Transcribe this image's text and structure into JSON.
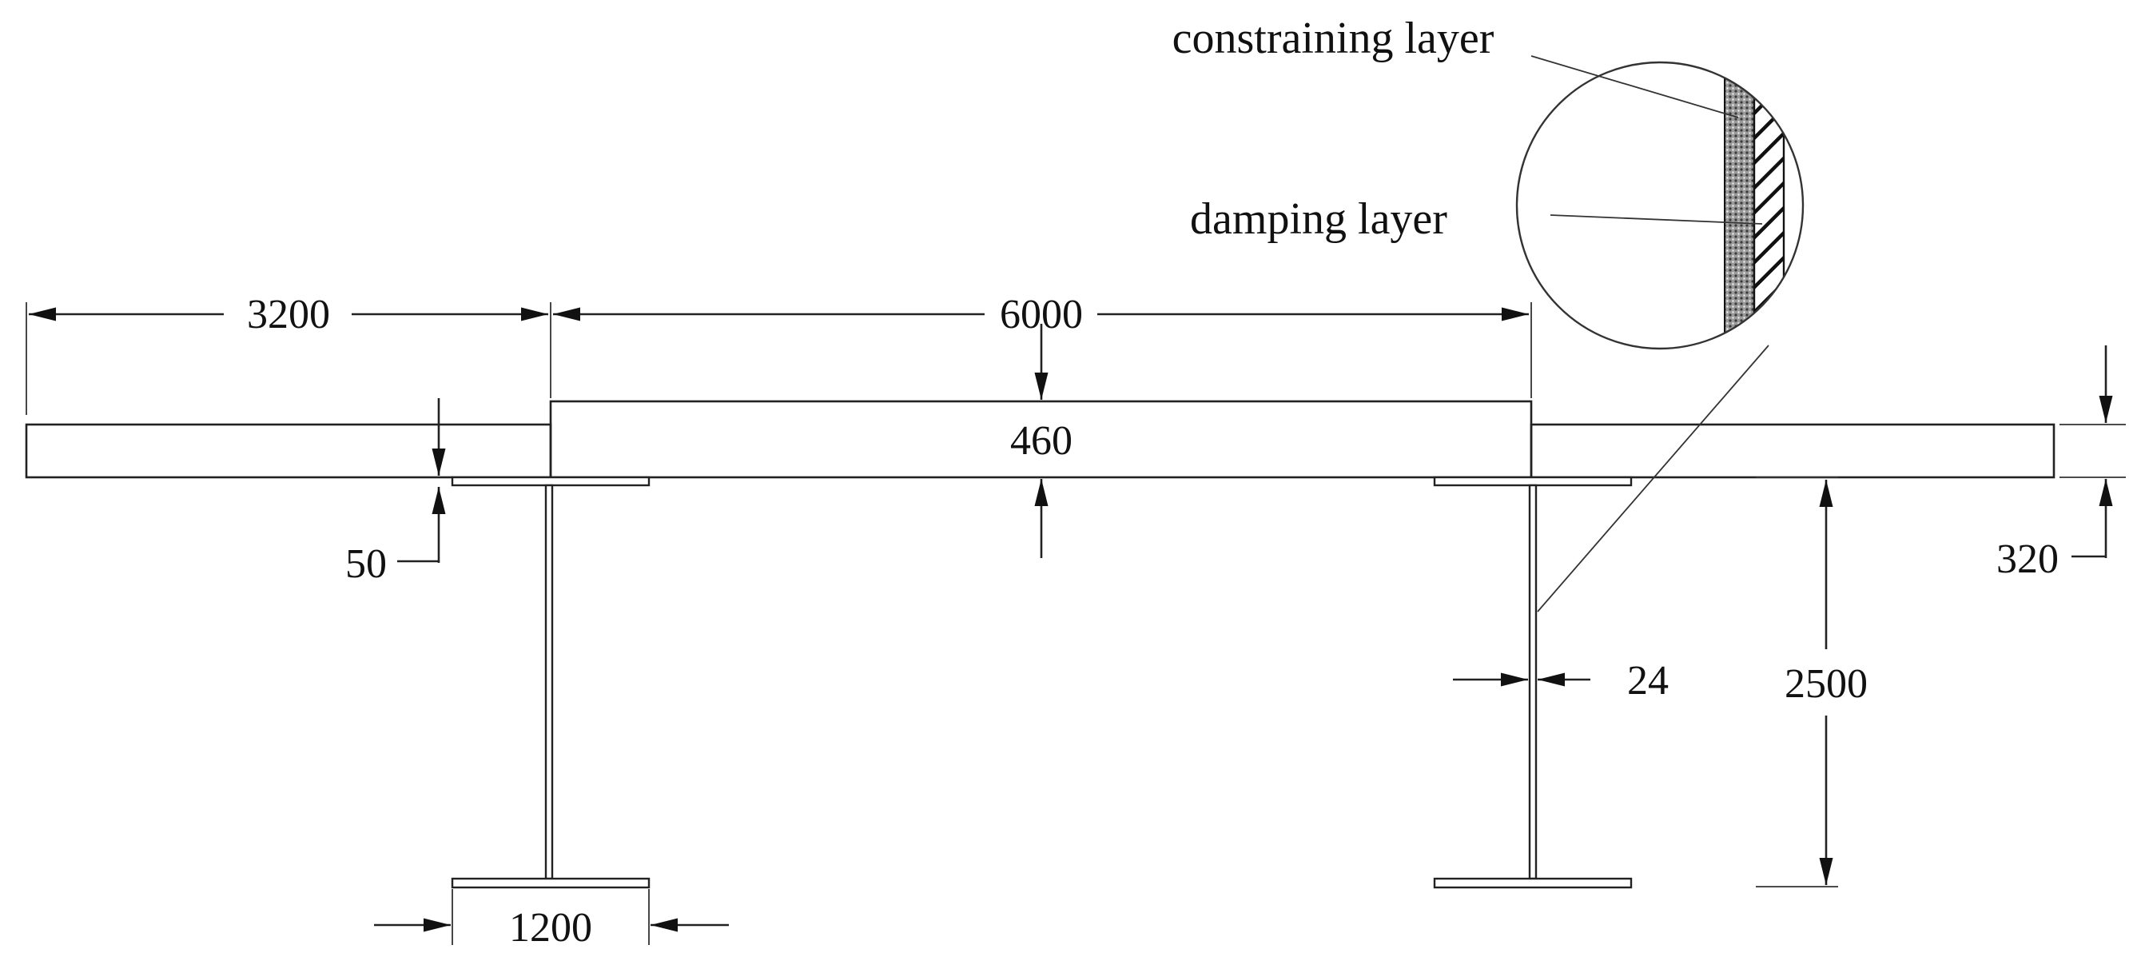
{
  "diagram": {
    "labels": {
      "constraining_layer": "constraining layer",
      "damping_layer": "damping layer"
    },
    "dimensions": {
      "left_cantilever": "3200",
      "main_span": "6000",
      "mid_depth": "460",
      "end_depth": "320",
      "plate_thickness": "50",
      "web_thickness": "24",
      "flange_width": "1200",
      "pier_height": "2500"
    },
    "colors": {
      "line": "#222222",
      "damping_fill": "#8a8a8a",
      "background": "#ffffff"
    }
  }
}
